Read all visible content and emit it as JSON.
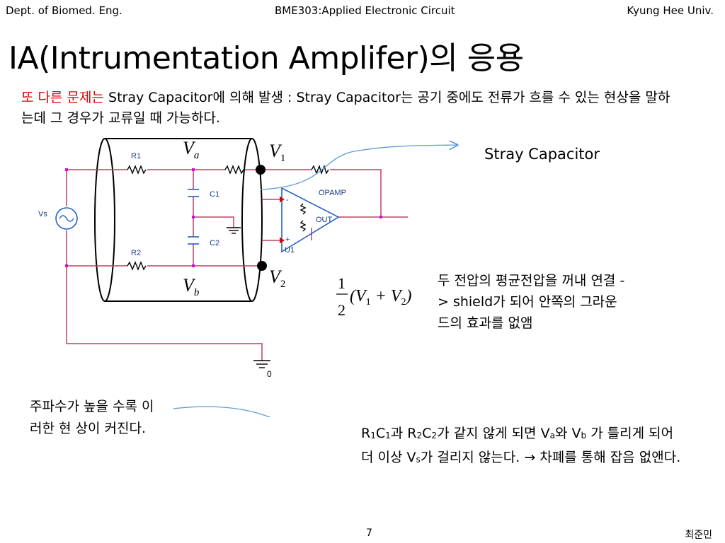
{
  "header": {
    "left": "Dept. of Biomed. Eng.",
    "center": "BME303:Applied Electronic Circuit",
    "right": "Kyung Hee Univ."
  },
  "title": "IA(Intrumentation Amplifer)의 응용",
  "intro": {
    "highlight": "또 다른 문제는",
    "text": " Stray Capacitor에 의해 발생 : Stray Capacitor는 공기 중에도 전류가 흐를 수 있는 현상을 말하는데 그 경우가 교류일 때 가능하다."
  },
  "circuit": {
    "labels": {
      "r1": "R1",
      "r2": "R2",
      "c1": "C1",
      "c2": "C2",
      "vs": "Vs",
      "opamp": "OPAMP",
      "out": "OUT",
      "u1": "U1",
      "ground": "0",
      "plus": "+",
      "minus": "-"
    },
    "math": {
      "va_main": "V",
      "va_sub": "a",
      "vb_main": "V",
      "vb_sub": "b",
      "v1_main": "V",
      "v1_sub": "1",
      "v2_main": "V",
      "v2_sub": "2",
      "half_num": "1",
      "half_den": "2",
      "avg_expr_a": "(V",
      "avg_sub1": "1",
      "avg_plus": " + V",
      "avg_sub2": "2",
      "avg_close": ")"
    }
  },
  "stray_label": "Stray Capacitor",
  "shield_note": "두 전압의 평균전압을 꺼내 연결 -> shield가 되어 안쪽의 그라운드의 효과를 없앰",
  "freq_note": "주파수가 높을 수록 이러한 현 상이 커진다.",
  "rc_note": {
    "r": "R",
    "s1": "1",
    "c": "C",
    "s1b": "1",
    "mid1": "과 ",
    "r2": "R",
    "s2": "2",
    "c2": "C",
    "s2b": "2",
    "mid2": "가 같지 않게 되면 V",
    "sa": "a",
    "mid3": "와 V",
    "sb": "b",
    "mid4": " 가 틀리게 되어 더 이상 V",
    "ss": "s",
    "end": "가 걸리지 않는다. → 차폐를 통해 잡음 없앤다."
  },
  "footer": {
    "page": "7",
    "author": "최준민"
  },
  "colors": {
    "accent_red": "#e00000",
    "wire": "#c04060",
    "arrow": "#5b9bd5",
    "node_pink": "#e000e0"
  }
}
